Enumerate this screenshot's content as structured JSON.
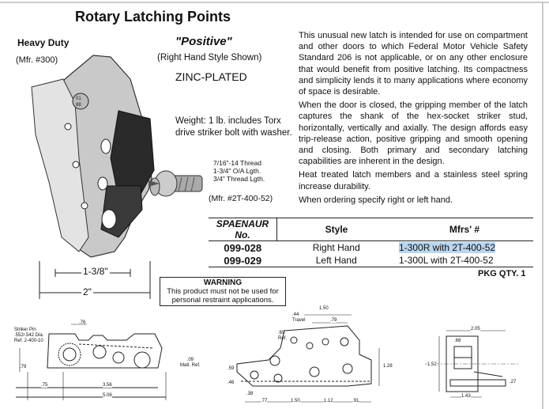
{
  "header": {
    "title": "Rotary Latching Points"
  },
  "product": {
    "heavy_duty": "Heavy Duty",
    "mfr_number": "(Mfr. #300)",
    "positive": "\"Positive\"",
    "style_shown": "(Right Hand Style Shown)",
    "finish": "ZINC-PLATED",
    "weight": "Weight: 1 lb. includes Torx drive striker bolt with washer.",
    "thread_1": "7/16\"-14 Thread",
    "thread_2": "1-3/4\" O/A Lgth.",
    "thread_3": "3/4\" Thread Lgth.",
    "bolt_mfr": "(Mfr. #2T-400-52)",
    "dim_width": "1-3/8\"",
    "dim_overall": "2\""
  },
  "description": {
    "p1": "This unusual new latch is intended for use on compartment and other doors to which Federal Motor Vehicle Safety Standard 206 is not applicable, or on any other enclosure that would benefit from positive latching. Its compactness and simplicity lends it to many applications where economy of space is desirable.",
    "p2": "When the door is closed, the gripping member of the latch captures the shank of the hex-socket striker stud, horizontally, vertically and axially. The design affords easy trip-release action, positive gripping and smooth opening and closing. Both primary and secondary latching capabilities are inherent in the design.",
    "p3": "Heat treated latch members and a stainless steel spring increase durability.",
    "p4": "When ordering specify right or left hand."
  },
  "table": {
    "headers": [
      "SPAENAUR No.",
      "Style",
      "Mfrs' #"
    ],
    "rows": [
      {
        "sku": "099-028",
        "style": "Right Hand",
        "mfrs": "1-300R with 2T-400-52"
      },
      {
        "sku": "099-029",
        "style": "Left Hand",
        "mfrs": "1-300L with 2T-400-52"
      }
    ]
  },
  "pkg_qty": "PKG QTY. 1",
  "warning": {
    "title": "WARNING",
    "text": "This product must not be used for personal restraint applications."
  },
  "drawing": {
    "striker_pin": "Striker Pin",
    "pin_dia": ".552/.542 Dia.",
    "ref": "Ref. 2-400-10",
    "d76": ".76",
    "d79": ".79",
    "d09": ".09",
    "matl_ref": "Matl. Ref.",
    "d75": ".75",
    "d356": "3.56",
    "d506": "5.06",
    "d44": ".44",
    "travel": "Travel",
    "d150": "1.50",
    "d79b": ".79",
    "d69": ".69",
    "ref2": "Ref.",
    "d59": ".59",
    "d46": ".46",
    "d38": ".38",
    "d128": "1.28",
    "d77": ".77",
    "d150b": "1.50",
    "d112": "1.12",
    "d91": ".91",
    "d205": "2.05",
    "d68": ".68",
    "d152": "1.52",
    "d27": ".27",
    "d143": "1.43"
  }
}
